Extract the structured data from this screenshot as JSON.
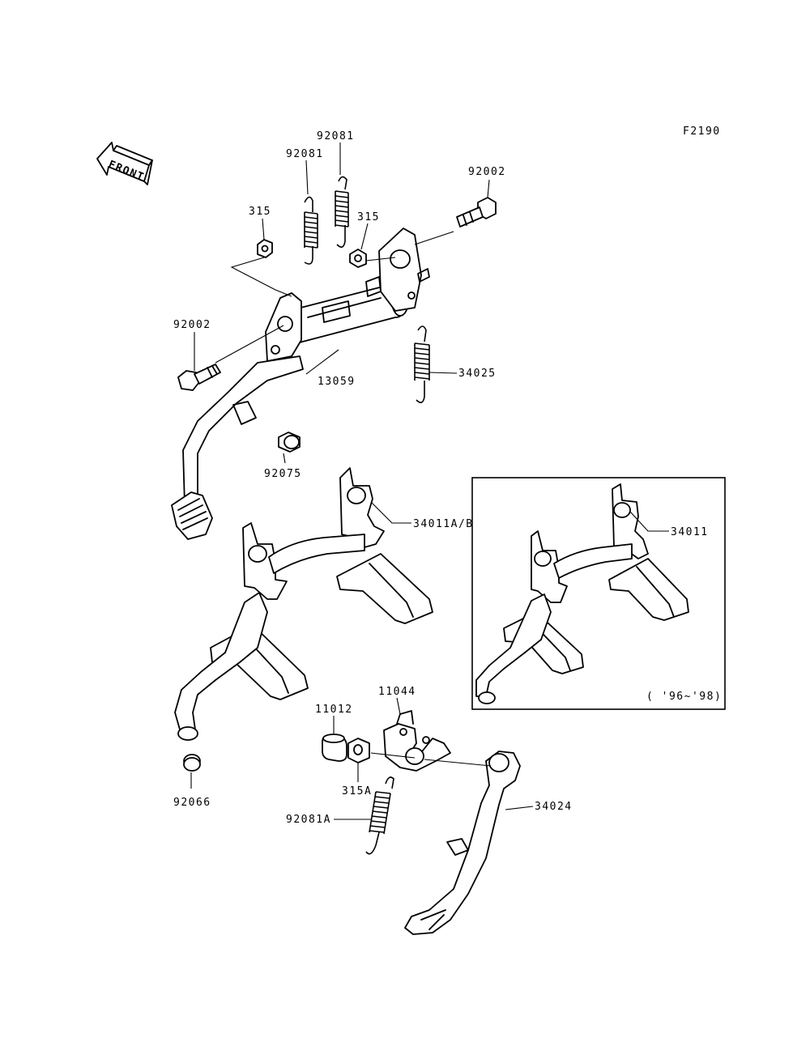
{
  "figure_code": "F2190",
  "front_arrow": {
    "text": "FRONT",
    "icon": "front-arrow-icon"
  },
  "callouts": {
    "spring_92081_a": "92081",
    "spring_92081_b": "92081",
    "bolt_92002_right": "92002",
    "nut_315_left": "315",
    "nut_315_right": "315",
    "bolt_92002_left": "92002",
    "shaft_13059": "13059",
    "spring_34025": "34025",
    "cap_92075": "92075",
    "stand_34011ab": "34011A/B",
    "stand_34011": "34011",
    "inset_years": "( '96~'98)",
    "bracket_11044": "11044",
    "collar_11012": "11012",
    "nut_315a": "315A",
    "spring_92081a": "92081A",
    "sidestand_34024": "34024",
    "cap_92066": "92066"
  }
}
